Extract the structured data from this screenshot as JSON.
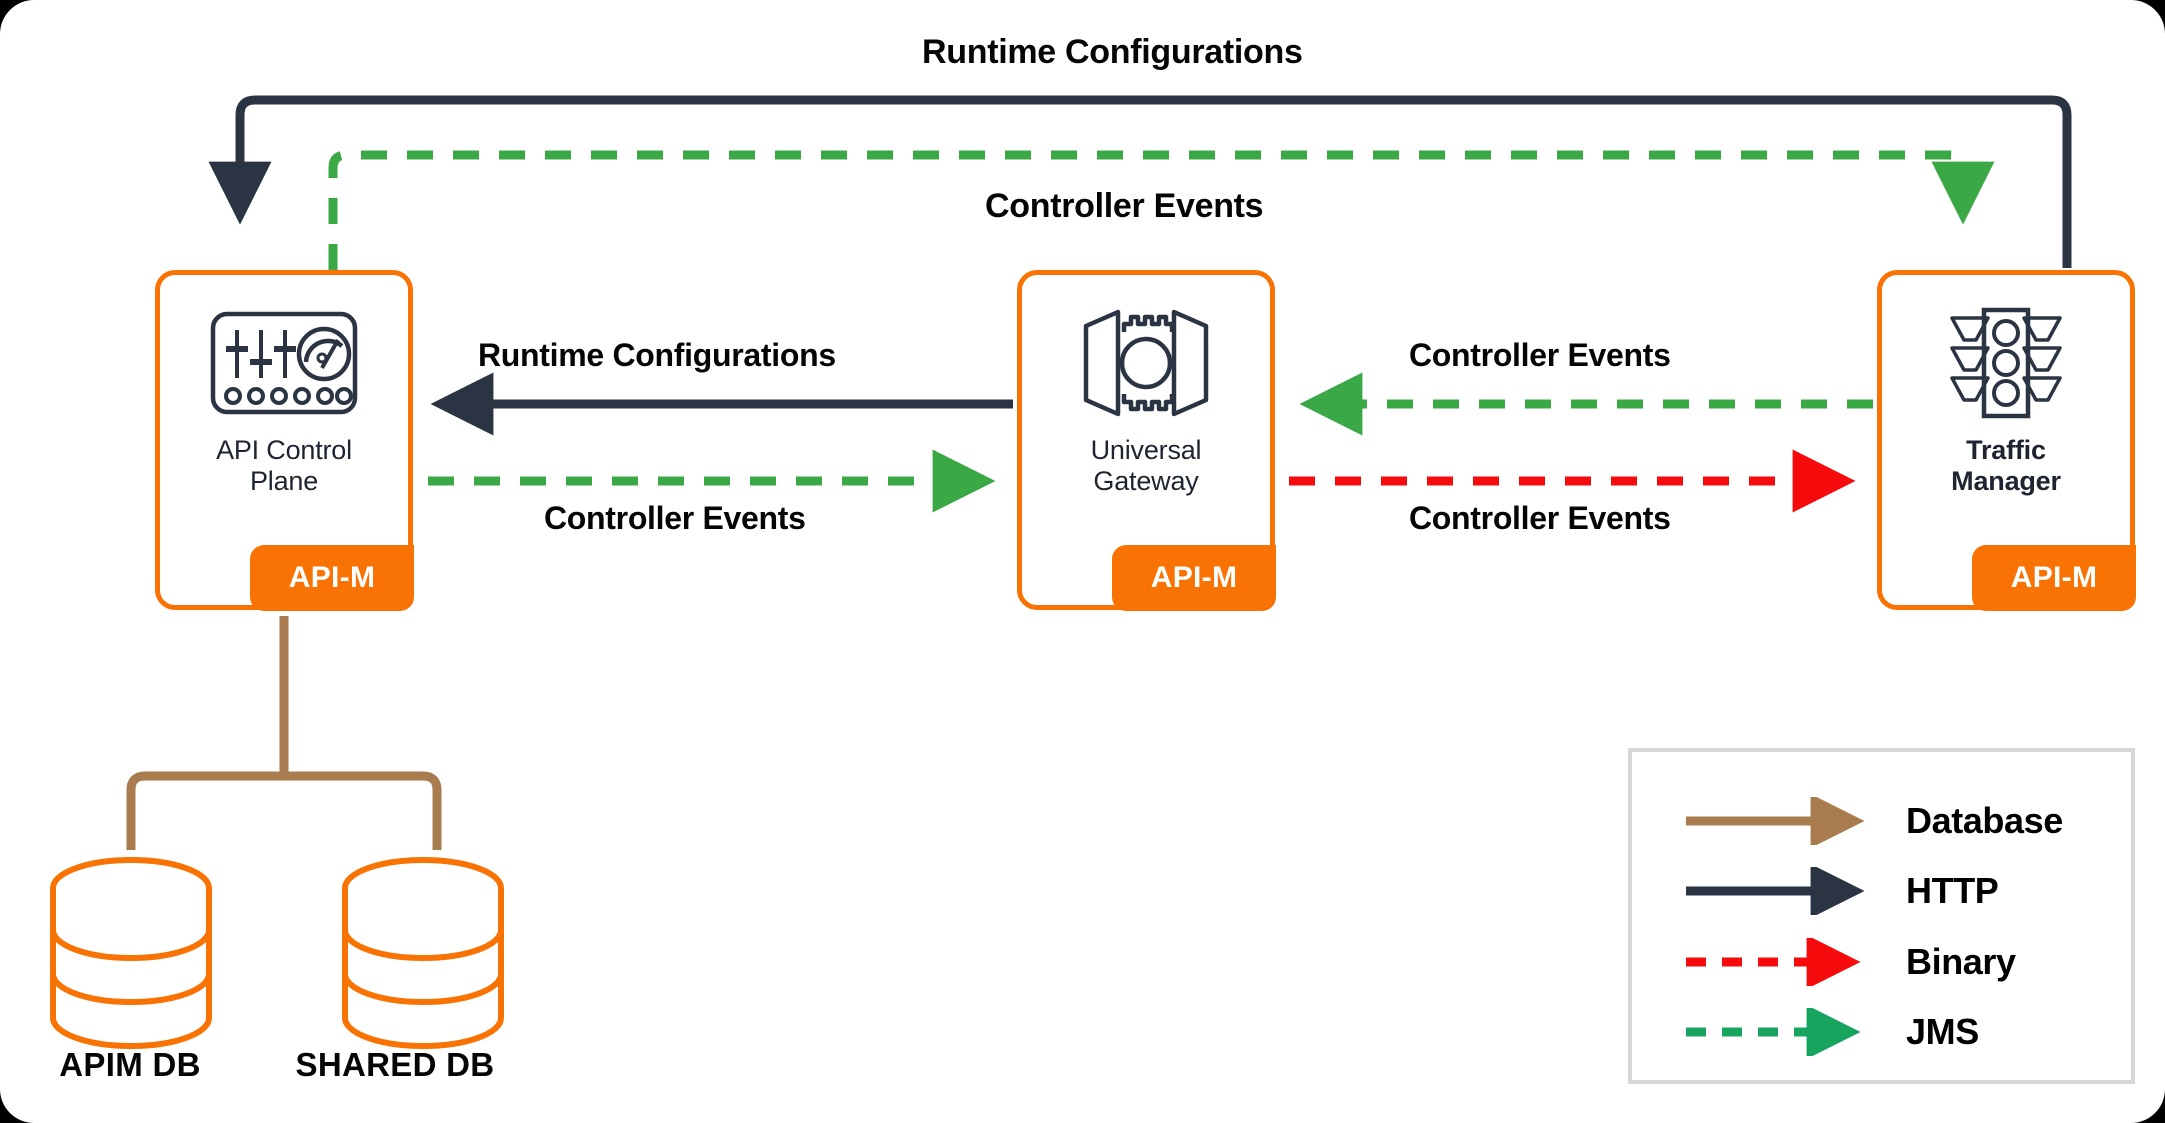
{
  "diagram": {
    "title_top": "Runtime Configurations",
    "subtitle_top": "Controller Events"
  },
  "nodes": [
    {
      "id": "api-control-plane",
      "label": "API Control\nPlane",
      "label_line1": "API Control",
      "label_line2": "Plane",
      "badge": "API-M",
      "icon": "control-panel-icon"
    },
    {
      "id": "universal-gateway",
      "label_line1": "Universal",
      "label_line2": "Gateway",
      "badge": "API-M",
      "icon": "gateway-gear-icon"
    },
    {
      "id": "traffic-manager",
      "label_line1": "Traffic",
      "label_line2": "Manager",
      "badge": "API-M",
      "icon": "traffic-light-icon"
    }
  ],
  "edges": [
    {
      "id": "tm-to-acp-http",
      "label": "Runtime Configurations",
      "protocol": "HTTP",
      "color": "#2b3443",
      "style": "solid",
      "direction": "traffic-manager->api-control-plane"
    },
    {
      "id": "acp-to-tm-jms",
      "label": "Controller Events",
      "protocol": "JMS",
      "color": "#39a845",
      "style": "dashed",
      "direction": "api-control-plane->traffic-manager"
    },
    {
      "id": "ug-to-acp-http",
      "label": "Runtime Configurations",
      "protocol": "HTTP",
      "color": "#2b3443",
      "style": "solid",
      "direction": "universal-gateway->api-control-plane"
    },
    {
      "id": "acp-to-ug-jms",
      "label": "Controller Events",
      "protocol": "JMS",
      "color": "#39a845",
      "style": "dashed",
      "direction": "api-control-plane->universal-gateway"
    },
    {
      "id": "tm-to-ug-jms",
      "label": "Controller Events",
      "protocol": "JMS",
      "color": "#39a845",
      "style": "dashed",
      "direction": "traffic-manager->universal-gateway"
    },
    {
      "id": "ug-to-tm-binary",
      "label": "Controller Events",
      "protocol": "Binary",
      "color": "#f50b0b",
      "style": "dashed",
      "direction": "universal-gateway->traffic-manager"
    },
    {
      "id": "acp-to-databases",
      "label": "",
      "protocol": "Database",
      "color": "#a97c4f",
      "style": "solid",
      "direction": "api-control-plane->databases"
    }
  ],
  "databases": [
    {
      "id": "apim-db",
      "label": "APIM DB",
      "icon": "database-cylinder-icon"
    },
    {
      "id": "shared-db",
      "label": "SHARED DB",
      "icon": "database-cylinder-icon"
    }
  ],
  "legend": {
    "items": [
      {
        "label": "Database",
        "color": "#a97c4f",
        "style": "solid"
      },
      {
        "label": "HTTP",
        "color": "#2b3443",
        "style": "solid"
      },
      {
        "label": "Binary",
        "color": "#f50b0b",
        "style": "dashed"
      },
      {
        "label": "JMS",
        "color": "#17a45f",
        "style": "dashed"
      }
    ]
  },
  "colors": {
    "brand_orange": "#F97304",
    "http_navy": "#2b3443",
    "jms_green": "#39a845",
    "binary_red": "#f50b0b",
    "database_brown": "#a97c4f",
    "legend_jms_green": "#17a45f",
    "card_bg": "#ffffff",
    "legend_border": "#d6d8da"
  }
}
